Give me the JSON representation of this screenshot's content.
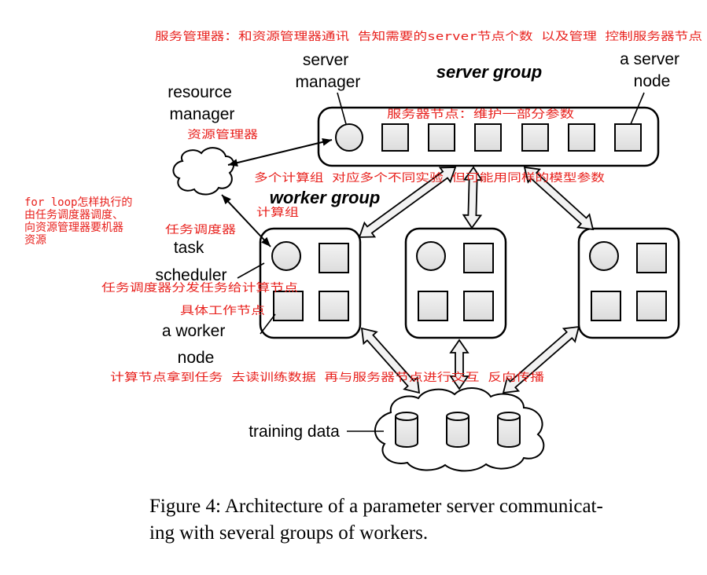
{
  "labels": {
    "server_manager": [
      "server",
      "manager"
    ],
    "server_group": "server group",
    "a_server_node": [
      "a server",
      "node"
    ],
    "resource_manager": [
      "resource",
      "manager"
    ],
    "worker_group": "worker group",
    "task_scheduler": [
      "task",
      "scheduler"
    ],
    "a_worker_node": [
      "a worker",
      "node"
    ],
    "training_data": "training data"
  },
  "notes": {
    "server_manager_desc": "服务管理器：和资源管理器通讯 告知需要的server节点个数 以及管理 控制服务器节点",
    "server_node_desc": "服务器节点：维护一部分参数",
    "resource_manager_desc": "资源管理器",
    "multi_group_desc": "多个计算组 对应多个不同实验 但可能用同样的模型参数",
    "worker_group_desc": "计算组",
    "for_loop_desc": [
      "for loop怎样执行的",
      "由任务调度器调度、",
      "向资源管理器要机器",
      "资源"
    ],
    "task_scheduler_desc": "任务调度器",
    "task_dispatch_desc": "任务调度器分发任务给计算节点",
    "worker_node_desc": "具体工作节点",
    "compute_desc": "计算节点拿到任务 去读训练数据 再与服务器节点进行交互 反向传播"
  },
  "caption": [
    "Figure 4: Architecture of a parameter server communicat-",
    "ing with several groups of workers."
  ],
  "colors": {
    "note": "#e8201c",
    "outline": "#000000",
    "fill": "#e6e6e6",
    "arrow_fill": "#f2f2f2"
  }
}
